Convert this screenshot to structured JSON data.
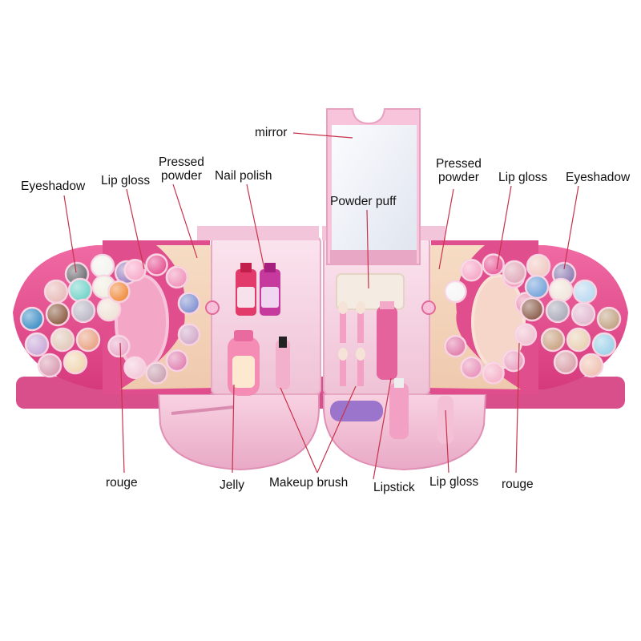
{
  "labels": {
    "mirror": "mirror",
    "eyeshadow_left": "Eyeshadow",
    "lip_gloss_left": "Lip gloss",
    "pressed_powder_left": {
      "line1": "Pressed",
      "line2": "powder"
    },
    "nail_polish": "Nail polish",
    "powder_puff": "Powder puff",
    "pressed_powder_right": {
      "line1": "Pressed",
      "line2": "powder"
    },
    "lip_gloss_right_top": "Lip gloss",
    "eyeshadow_right": "Eyeshadow",
    "rouge_left": "rouge",
    "jelly": "Jelly",
    "makeup_brush": "Makeup brush",
    "lipstick": "Lipstick",
    "lip_gloss_bottom": "Lip gloss",
    "rouge_right": "rouge"
  },
  "colors": {
    "case_pink": "#e8488f",
    "case_dark": "#c8306f",
    "case_light": "#f7c8dc",
    "tray_pink": "#f6d3e2",
    "leader_line": "#c8324a",
    "mirror_glass": "#f4f6fb"
  },
  "left_eyeshadow_colors": [
    "#6a6a70",
    "#f2f2ee",
    "#9a7fc0",
    "#e7b9b6",
    "#6fd2c8",
    "#f0eee0",
    "#3a8dc4",
    "#8a5a40",
    "#b9b6c4",
    "#f0e2d6",
    "#c8a8d8",
    "#e0c8b8",
    "#e8a080",
    "#d89ab0",
    "#f0d6b0"
  ],
  "left_rouge_ring": [
    "#f08a3a",
    "#f8a8c8",
    "#e55090",
    "#f090b8",
    "#7f8fd0",
    "#d0a8c8",
    "#e080b0",
    "#c8a0b0",
    "#f2c8d8",
    "#e8a8c8"
  ],
  "right_rouge_ring": [
    "#f5f5f5",
    "#f6a6c6",
    "#e85a98",
    "#f09ab8",
    "#e890b0",
    "#f0c0d0",
    "#e8a0c0",
    "#f5b0c8",
    "#e890b8",
    "#e07aa8"
  ],
  "right_eyeshadow_colors": [
    "#8a7ab0",
    "#f0c8c0",
    "#e0a8b8",
    "#b8d8f0",
    "#f0e6da",
    "#6fa0d8",
    "#c0a080",
    "#e0b8d0",
    "#a8a8b8",
    "#8a5a48",
    "#9ad0e8",
    "#e8d0b0",
    "#c8a080",
    "#f0c0b0",
    "#d8a0a8"
  ]
}
